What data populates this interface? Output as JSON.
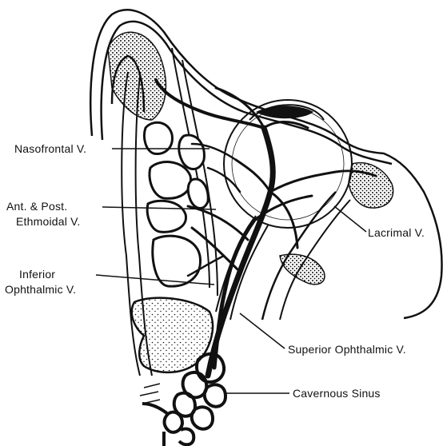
{
  "labels": {
    "nasofrontal": "Nasofrontal V.",
    "ethmoidal_line1": "Ant. & Post.",
    "ethmoidal_line2": "Ethmoidal V.",
    "inferior_line1": "Inferior",
    "inferior_line2": "Ophthalmic V.",
    "lacrimal": "Lacrimal V.",
    "superior": "Superior Ophthalmic V.",
    "cavernous": "Cavernous Sinus"
  },
  "colors": {
    "ink": "#111111",
    "background": "#ffffff"
  }
}
